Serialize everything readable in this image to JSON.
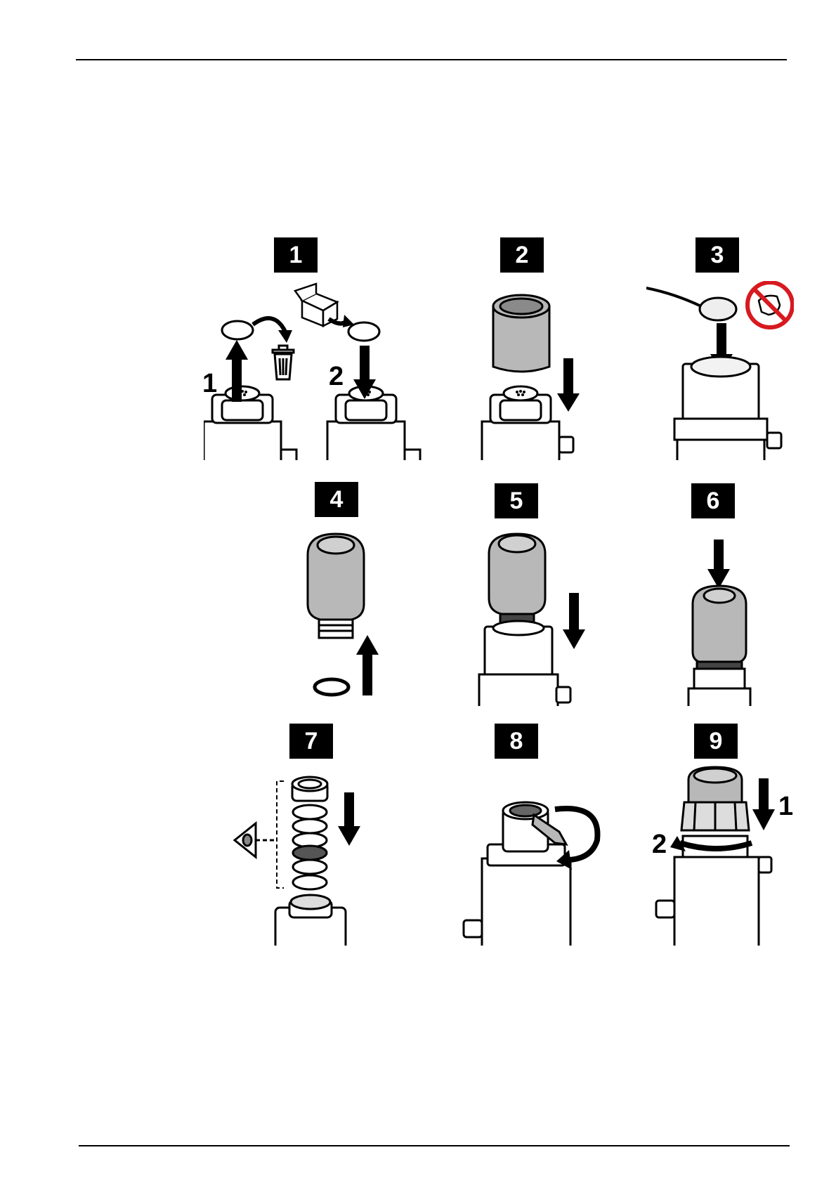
{
  "steps": [
    {
      "number": "1",
      "sub_labels": [
        "1",
        "2"
      ],
      "icons": [
        "o-ring-icon",
        "trash-icon",
        "package-icon",
        "arrow-up-icon",
        "arrow-down-icon"
      ]
    },
    {
      "number": "2",
      "icons": [
        "sleeve-icon",
        "arrow-down-icon"
      ]
    },
    {
      "number": "3",
      "icons": [
        "spatula-icon",
        "membrane-icon",
        "no-touch-icon",
        "arrow-down-icon"
      ]
    },
    {
      "number": "4",
      "icons": [
        "cap-icon",
        "o-ring-icon",
        "arrow-up-icon"
      ]
    },
    {
      "number": "5",
      "icons": [
        "cap-icon",
        "arrow-down-icon"
      ]
    },
    {
      "number": "6",
      "icons": [
        "cap-icon",
        "arrow-down-icon"
      ]
    },
    {
      "number": "7",
      "icons": [
        "inspect-eye-icon",
        "ring-stack-icon",
        "arrow-down-icon"
      ]
    },
    {
      "number": "8",
      "icons": [
        "tool-icon",
        "rotate-arrow-icon"
      ]
    },
    {
      "number": "9",
      "sub_labels": [
        "1",
        "2"
      ],
      "icons": [
        "cap-icon",
        "arrow-down-icon",
        "rotate-arrow-icon"
      ]
    }
  ],
  "colors": {
    "ink": "#000000",
    "fill_gray": "#b8b8b8",
    "prohibit_red": "#d71920"
  }
}
